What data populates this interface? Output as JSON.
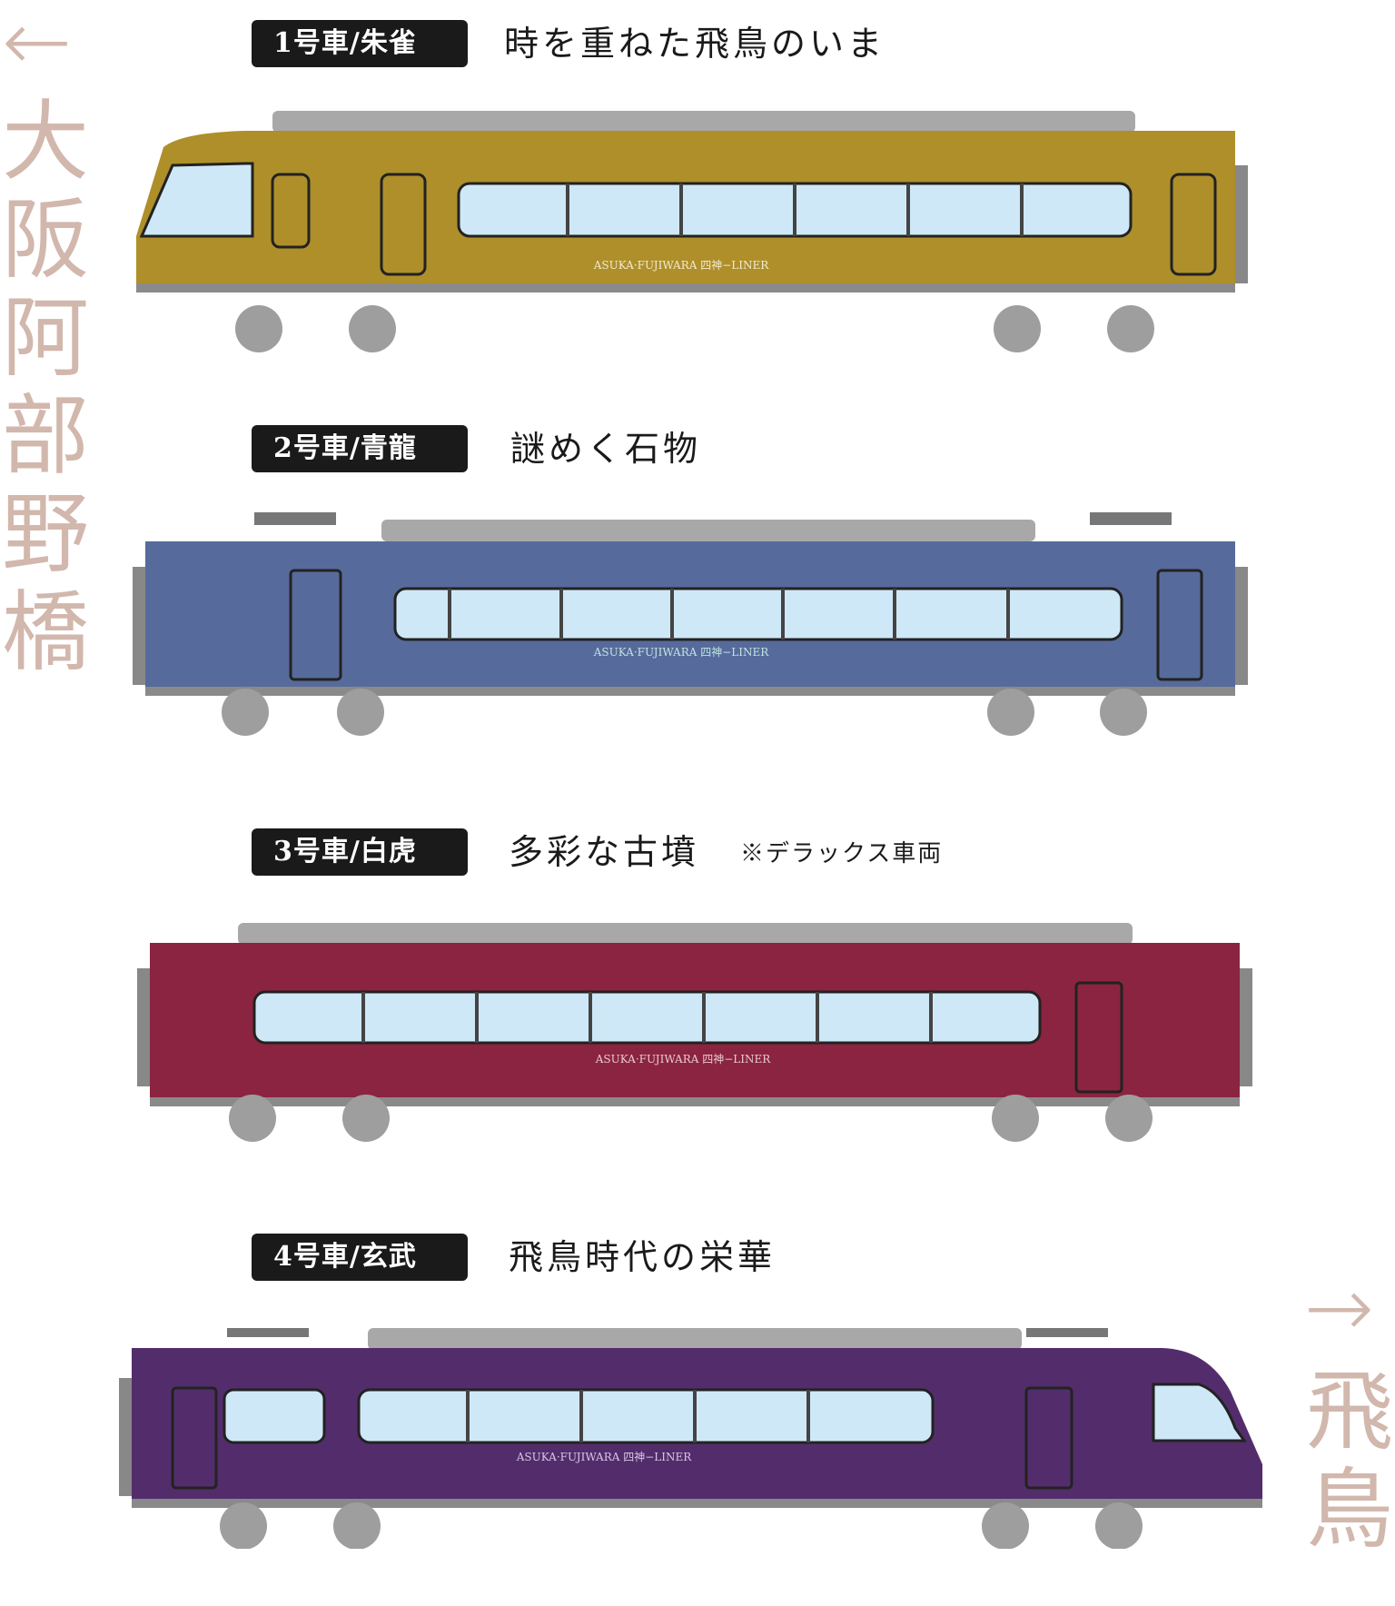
{
  "direction_left": {
    "arrow": "←",
    "destination": "大阪阿部野橋"
  },
  "direction_right": {
    "arrow": "→",
    "destination": "飛鳥"
  },
  "cars": [
    {
      "label": "1号車/朱雀",
      "title": "時を重ねた飛鳥のいま",
      "note": "",
      "color": "#ae8f2a",
      "brand": "ASUKA·FUJIWARA 四神−LINER"
    },
    {
      "label": "2号車/青龍",
      "title": "謎めく石物",
      "note": "",
      "color": "#566b9b",
      "brand": "ASUKA·FUJIWARA 四神−LINER"
    },
    {
      "label": "3号車/白虎",
      "title": "多彩な古墳",
      "note": "※デラックス車両",
      "color": "#8b2440",
      "brand": "ASUKA·FUJIWARA 四神−LINER"
    },
    {
      "label": "4号車/玄武",
      "title": "飛鳥時代の栄華",
      "note": "",
      "color": "#532d6b",
      "brand": "ASUKA·FUJIWARA 四神−LINER"
    }
  ],
  "palette": {
    "window": "#cfe8f7",
    "roof": "#a8a8a8",
    "wheel": "#9e9e9e",
    "side_text": "#d2b7ad"
  }
}
